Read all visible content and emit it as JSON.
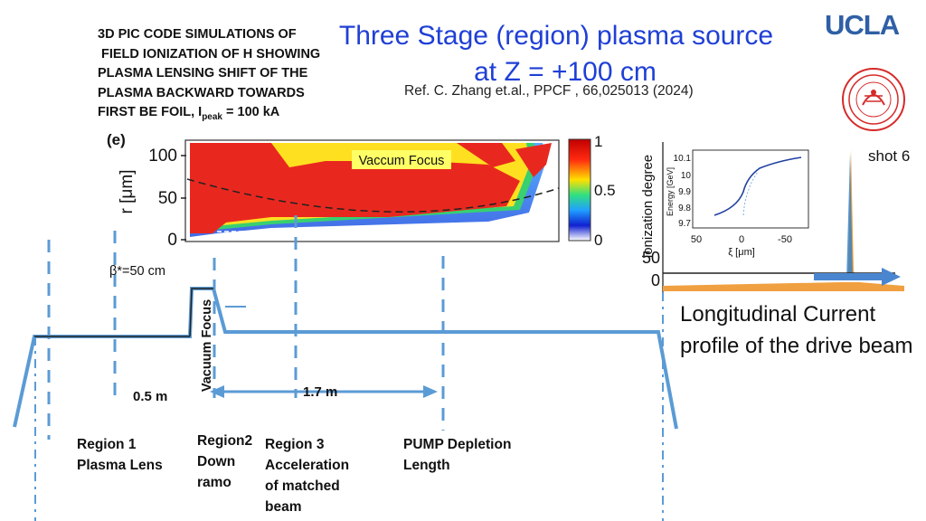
{
  "header": {
    "left_title_lines": [
      "3D PIC CODE  SIMULATIONS OF",
      "FIELD IONIZATION OF H SHOWING",
      "PLASMA LENSING SHIFT OF THE",
      "PLASMA BACKWARD TOWARDS",
      "FIRST BE FOIL, I"
    ],
    "left_title_sub": "peak",
    "left_title_tail": " = 100 kA",
    "main_title_line1": "Three Stage (region) plasma source",
    "main_title_line2": "at Z = +100  cm",
    "reference": "Ref. C. Zhang et.al.,  PPCF , 66,025013 (2024)",
    "logo": "UCLA"
  },
  "plasma_plot": {
    "panel_label": "(e)",
    "ylabel": "r [μm]",
    "yticks": [
      "100",
      "50",
      "0"
    ],
    "colorbar_ticks": [
      "1",
      "0.5",
      "0"
    ],
    "annotation": "Vaccum Focus"
  },
  "inset_plot": {
    "ylabel": "ionization degree",
    "annotation": "shot 6",
    "inset_ylabel": "Energy [GeV]",
    "inset_yticks": [
      "10.1",
      "10",
      "9.9",
      "9.8",
      "9.7"
    ],
    "inset_xticks": [
      "50",
      "0",
      "-50"
    ],
    "inset_xlabel": "ξ [μm]",
    "partial_ticks": [
      "50",
      "0"
    ]
  },
  "longitudinal_label": "Longitudinal Current profile of the drive beam",
  "diagram": {
    "beta_label": "β*=50 cm",
    "vacuum_focus_label": "Vacuum Focus",
    "dim_05": "0.5 m",
    "dim_17": "1.7 m",
    "regions": {
      "r1": [
        "Region 1",
        "Plasma Lens"
      ],
      "r2": [
        "Region2",
        "Down",
        "ramo"
      ],
      "r3": [
        "Region 3",
        "Acceleration",
        "of matched",
        "beam"
      ],
      "pump": [
        "PUMP Depletion",
        "Length"
      ]
    }
  },
  "colors": {
    "title_blue": "#1f3fd6",
    "ucla_blue": "#2f5fa6",
    "profile_blue": "#5b9bd5",
    "plasma_red": "#e8281f",
    "focus_yellow": "#ffff66"
  }
}
